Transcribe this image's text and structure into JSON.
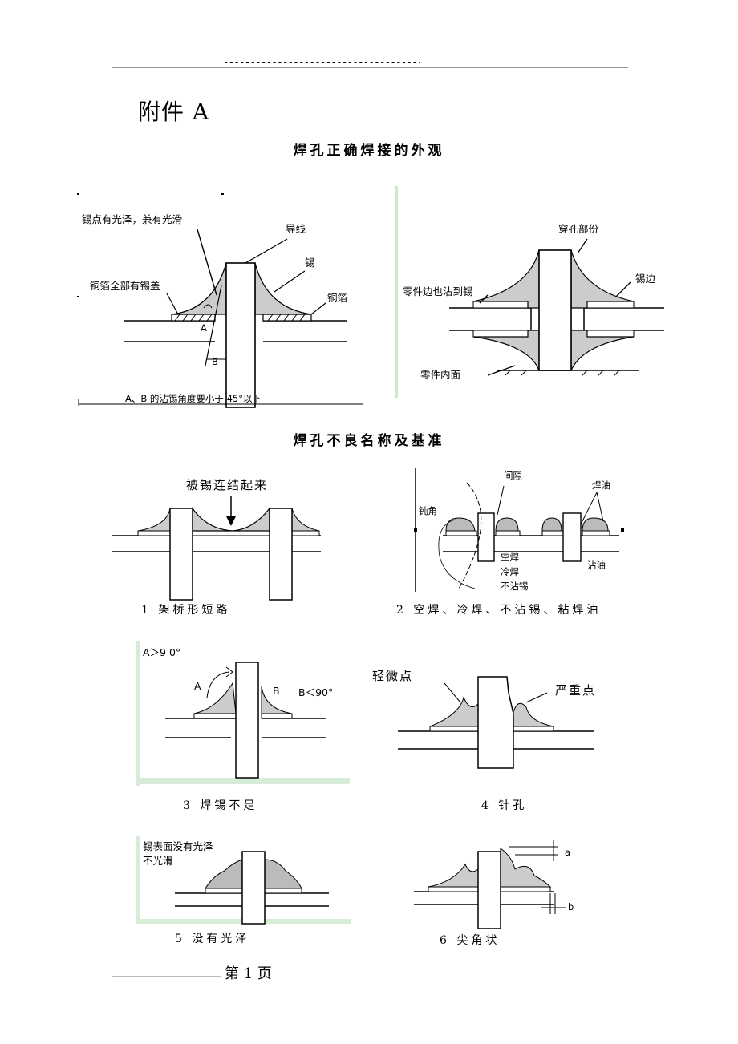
{
  "header": {
    "dashes": "--------------------------------------------"
  },
  "title": "附件 A",
  "section1": {
    "title": "焊孔正确焊接的外观",
    "fig_left": {
      "label_glossy": "锡点有光泽，兼有光滑",
      "label_lead": "导线",
      "label_tin": "锡",
      "label_copper_covered": "铜箔全部有锡盖",
      "label_copper": "铜箔",
      "label_a": "A",
      "label_b": "B",
      "caption": "A、B 的沾锡角度要小于 45°以下"
    },
    "fig_right": {
      "label_hole_part": "穿孔部份",
      "label_edge_tin": "零件边也沾到锡",
      "label_tin_edge": "锡边",
      "label_inner": "零件内面"
    }
  },
  "section2": {
    "title": "焊孔不良名称及基准",
    "fig1": {
      "label": "被锡连结起来",
      "caption": "1 架桥形短路"
    },
    "fig2": {
      "label_gap": "间隙",
      "label_oil": "焊油",
      "label_blunt": "钝角",
      "label_empty": "空焊",
      "label_cold": "冷焊",
      "label_nostick": "不沾锡",
      "label_oil_stick": "沾油",
      "caption": "2 空焊、冷焊、不沾锡、粘焊油"
    },
    "fig3": {
      "label_a_gt": "A＞9 0°",
      "label_a": "A",
      "label_b": "B",
      "label_b_lt": "B＜90°",
      "caption": "3 焊锡不足"
    },
    "fig4": {
      "label_slight": "轻微点",
      "label_severe": "严重点",
      "caption": "4 针孔"
    },
    "fig5": {
      "label_surface": "锡表面没有光泽",
      "label_rough": "不光滑",
      "caption": "5 没有光泽"
    },
    "fig6": {
      "label_a": "a",
      "label_b": "b",
      "caption": "6 尖角状"
    }
  },
  "footer": {
    "page_label": "第 1 页",
    "dashes": "-----------------------------------------"
  }
}
